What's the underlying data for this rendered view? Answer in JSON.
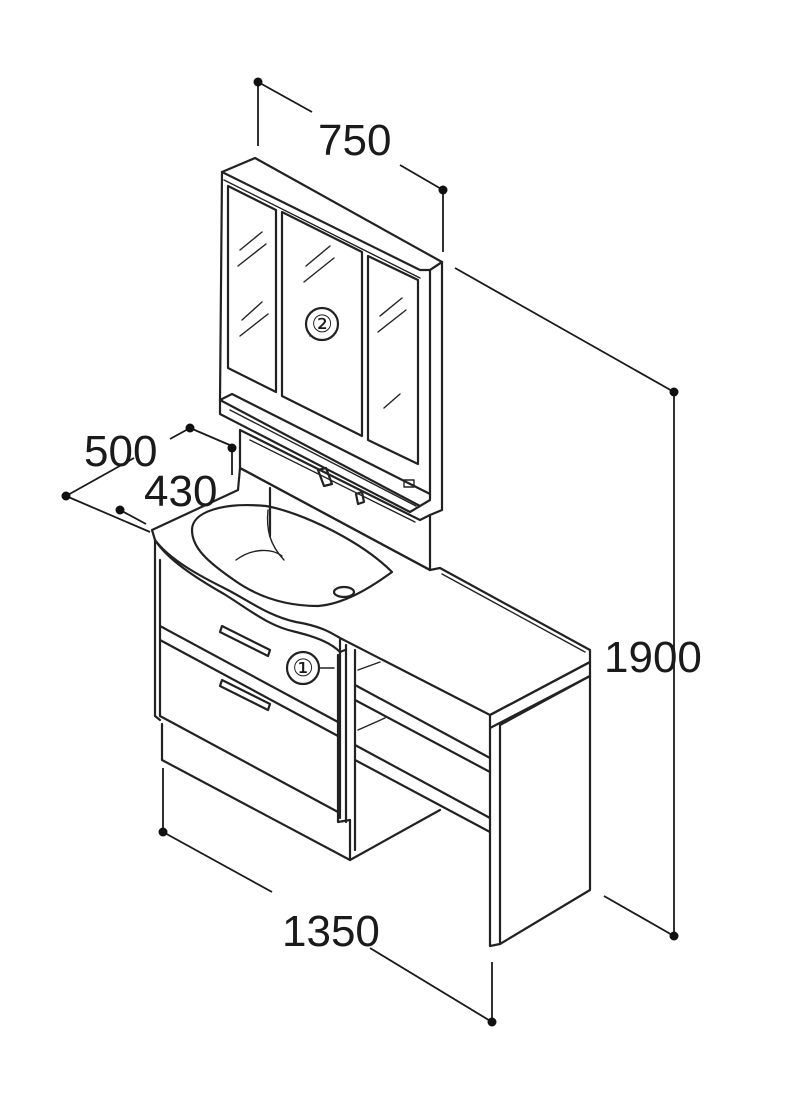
{
  "dimensions": {
    "mirror_width": "750",
    "depth_total": "500",
    "depth_bowl": "430",
    "height_total": "1900",
    "width_total": "1350"
  },
  "callouts": {
    "part_1": "①",
    "part_2": "②"
  }
}
